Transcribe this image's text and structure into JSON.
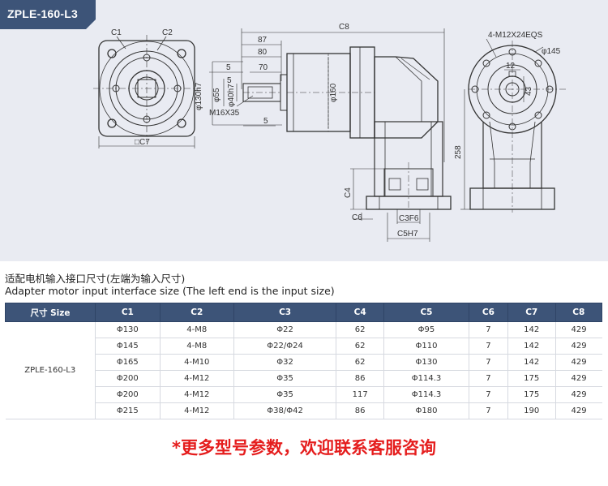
{
  "model_tab": {
    "label": "ZPLE-160-L3",
    "color": "#3d5478"
  },
  "drawing": {
    "labels": {
      "c1": "C1",
      "c2": "C2",
      "c7_square": "□C7",
      "c8": "C8",
      "dim_87": "87",
      "dim_80": "80",
      "dim_70": "70",
      "dim_5_top": "5",
      "dim_5_bottom": "5",
      "dim_5_mid": "5",
      "phi130h7": "φ130h7",
      "phi55": "φ55",
      "phi40h7": "φ40h7",
      "m16": "M16X35",
      "phi160": "φ160",
      "dim_258": "258",
      "c4": "C4",
      "c6": "C6",
      "c3f6": "C3F6",
      "c5h7": "C5H7",
      "bolts": "4-M12X24EQS",
      "phi145": "φ145",
      "dim_12": "12",
      "dim_43": "43"
    }
  },
  "caption_zh": "适配电机输入接口尺寸(左端为输入尺寸)",
  "caption_en": "Adapter motor input interface size (The left end is the input size)",
  "table": {
    "headers": [
      "尺寸 Size",
      "C1",
      "C2",
      "C3",
      "C4",
      "C5",
      "C6",
      "C7",
      "C8"
    ],
    "model": "ZPLE-160-L3",
    "rows": [
      [
        "Φ130",
        "4-M8",
        "Φ22",
        "62",
        "Φ95",
        "7",
        "142",
        "429"
      ],
      [
        "Φ145",
        "4-M8",
        "Φ22/Φ24",
        "62",
        "Φ110",
        "7",
        "142",
        "429"
      ],
      [
        "Φ165",
        "4-M10",
        "Φ32",
        "62",
        "Φ130",
        "7",
        "142",
        "429"
      ],
      [
        "Φ200",
        "4-M12",
        "Φ35",
        "86",
        "Φ114.3",
        "7",
        "175",
        "429"
      ],
      [
        "Φ200",
        "4-M12",
        "Φ35",
        "117",
        "Φ114.3",
        "7",
        "175",
        "429"
      ],
      [
        "Φ215",
        "4-M12",
        "Φ38/Φ42",
        "86",
        "Φ180",
        "7",
        "190",
        "429"
      ]
    ]
  },
  "promo": "*更多型号参数，欢迎联系客服咨询",
  "colors": {
    "header_bg": "#3d5478",
    "drawing_bg": "#e9ebf2",
    "promo": "#e51d1d"
  }
}
